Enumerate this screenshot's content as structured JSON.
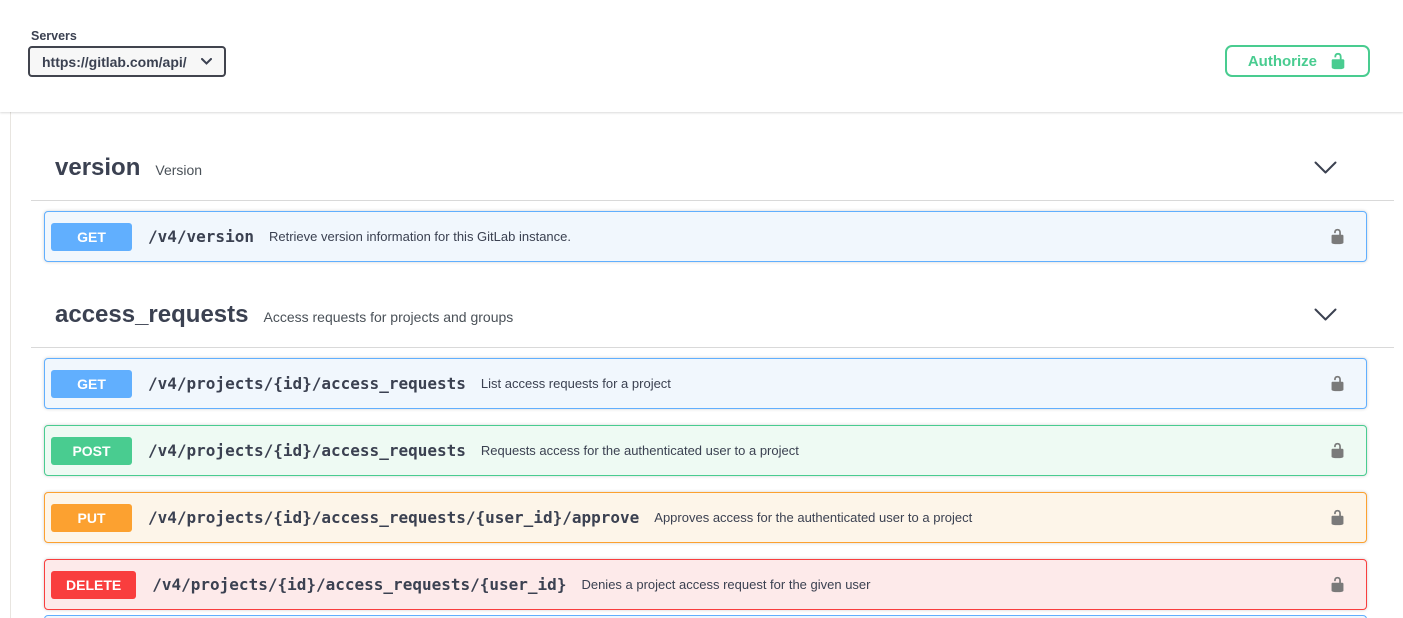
{
  "servers": {
    "label": "Servers",
    "selected_url": "https://gitlab.com/api/"
  },
  "authorize": {
    "label": "Authorize"
  },
  "colors": {
    "accent_green": "#49cc90",
    "heading_text": "#3b4151",
    "method_colors": {
      "GET": "#61affe",
      "POST": "#49cc90",
      "PUT": "#fca130",
      "DELETE": "#f93e3e"
    }
  },
  "icons": {
    "authorize_lock": "unlocked-padlock-icon",
    "row_lock": "unlocked-padlock-icon",
    "section_toggle": "chevron-down-icon",
    "server_select": "chevron-down-icon"
  },
  "sections": [
    {
      "name": "version",
      "description": "Version",
      "operations": [
        {
          "method": "GET",
          "path": "/v4/version",
          "summary": "Retrieve version information for this GitLab instance."
        }
      ]
    },
    {
      "name": "access_requests",
      "description": "Access requests for projects and groups",
      "operations": [
        {
          "method": "GET",
          "path": "/v4/projects/{id}/access_requests",
          "summary": "List access requests for a project"
        },
        {
          "method": "POST",
          "path": "/v4/projects/{id}/access_requests",
          "summary": "Requests access for the authenticated user to a project"
        },
        {
          "method": "PUT",
          "path": "/v4/projects/{id}/access_requests/{user_id}/approve",
          "summary": "Approves access for the authenticated user to a project"
        },
        {
          "method": "DELETE",
          "path": "/v4/projects/{id}/access_requests/{user_id}",
          "summary": "Denies a project access request for the given user"
        }
      ],
      "partial_next_row_visible": true
    }
  ]
}
